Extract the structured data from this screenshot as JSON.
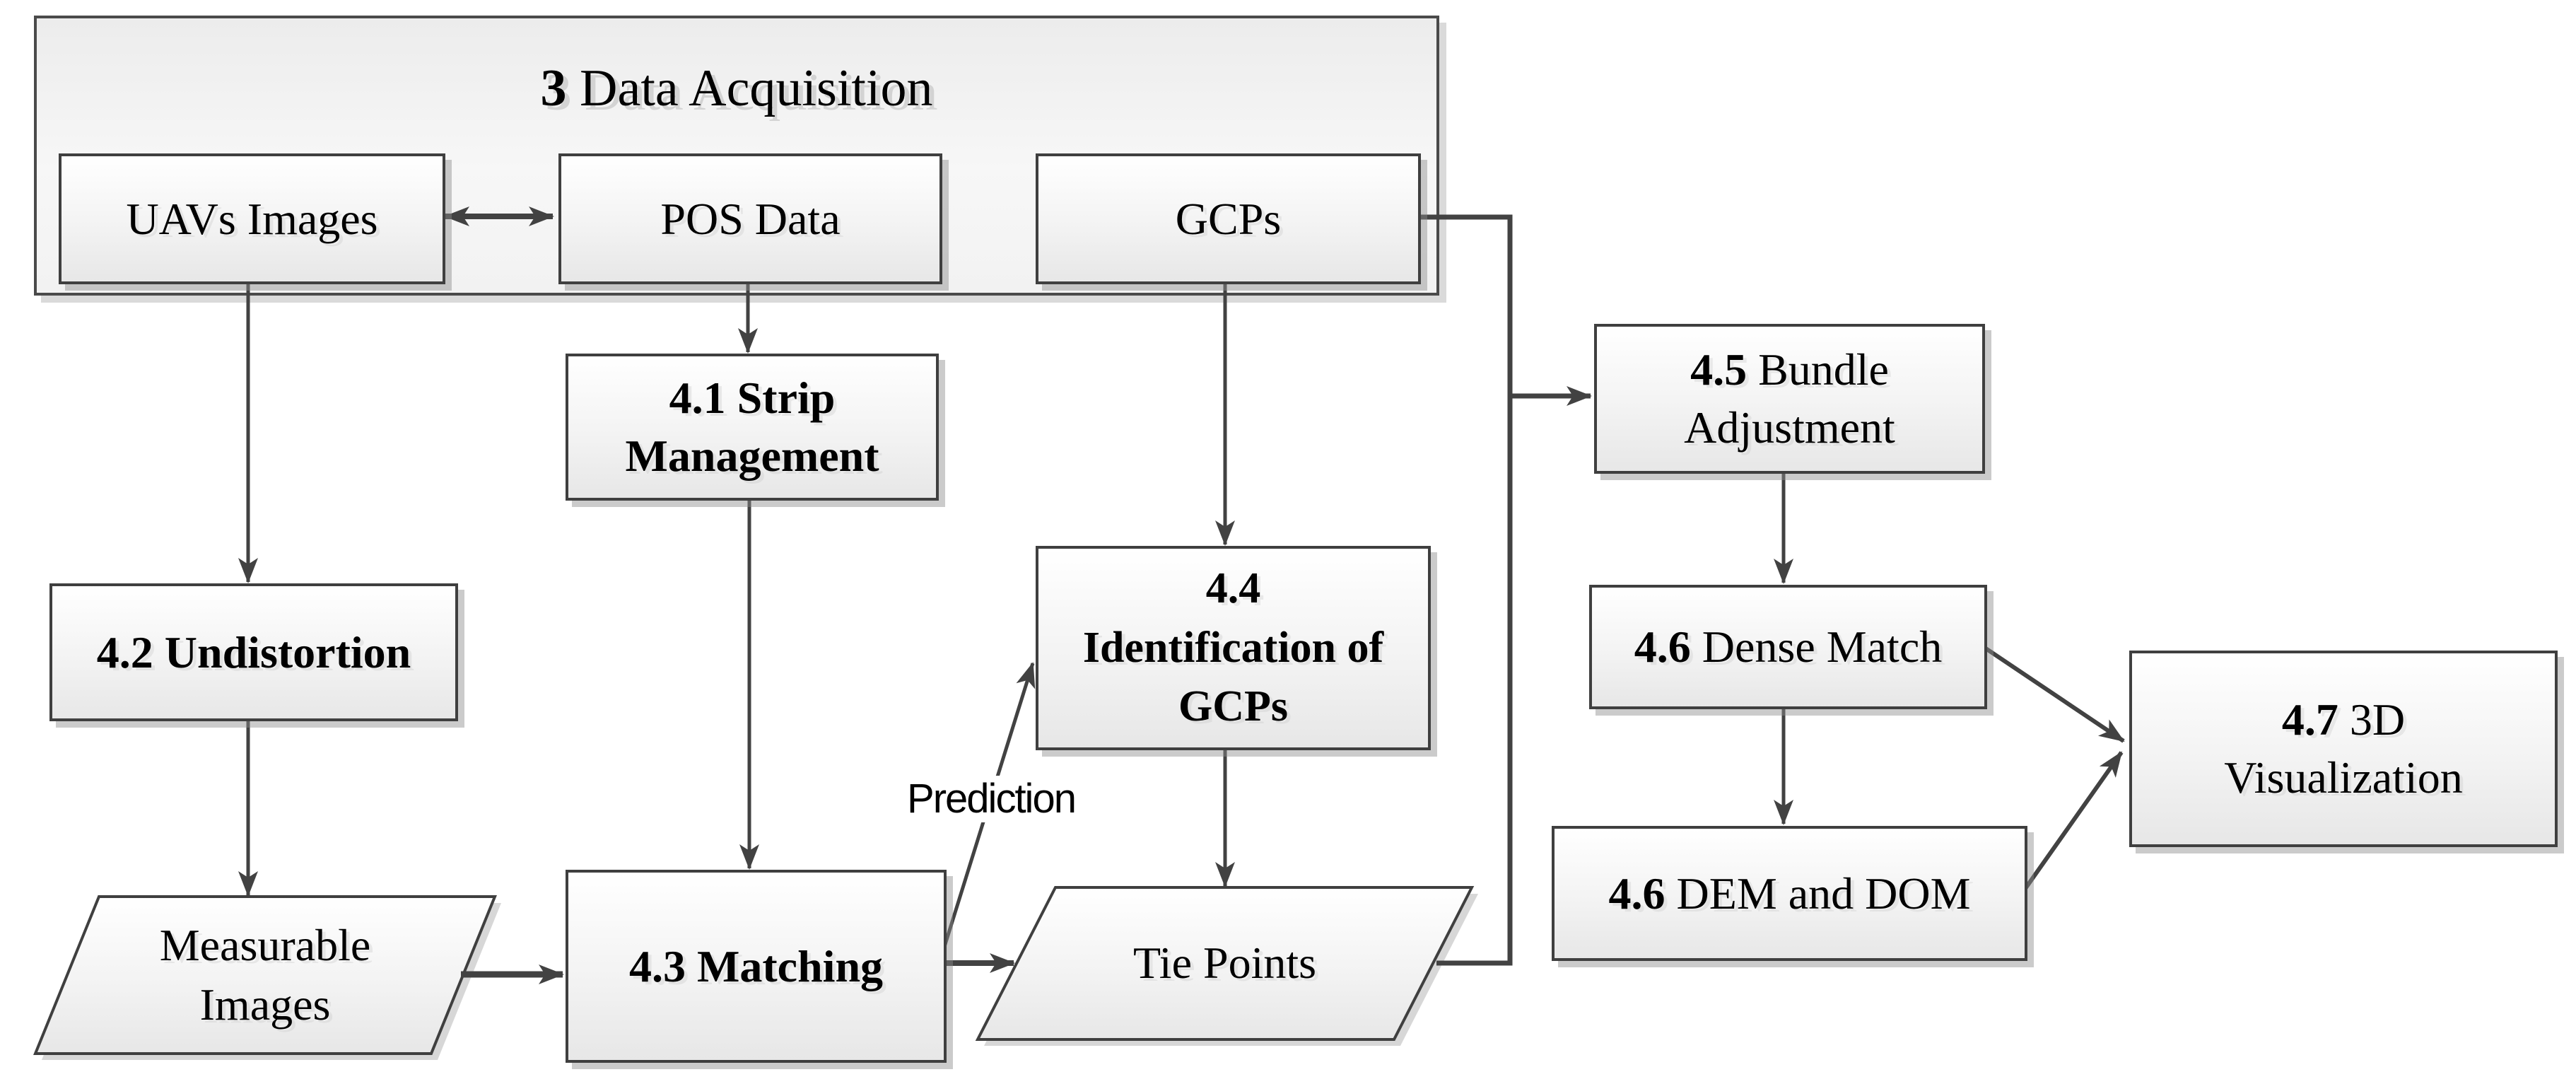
{
  "container": {
    "num": "3",
    "title": "Data Acquisition"
  },
  "nodes": {
    "uavs_images": "UAVs Images",
    "pos_data": "POS Data",
    "gcps": "GCPs",
    "strip_management": {
      "line1": "4.1 Strip",
      "line2": "Management"
    },
    "undistortion": "4.2 Undistortion",
    "measurable_images": {
      "line1": "Measurable",
      "line2": "Images"
    },
    "matching": "4.3 Matching",
    "identification": {
      "line1": "4.4",
      "line2": "Identification of",
      "line3": "GCPs"
    },
    "tie_points": "Tie Points",
    "bundle_adjustment": {
      "num": "4.5",
      "line1_rest": "Bundle",
      "line2": "Adjustment"
    },
    "dense_match": {
      "num": "4.6",
      "rest": "Dense Match"
    },
    "dem_dom": {
      "num": "4.6",
      "rest": "DEM and DOM"
    },
    "visualization_3d": {
      "num": "4.7",
      "rest1": "3D",
      "line2": "Visualization"
    }
  },
  "edge_labels": {
    "prediction": "Prediction"
  },
  "edges": [
    {
      "from": "UAVs Images",
      "to": "POS Data",
      "type": "bidirectional"
    },
    {
      "from": "POS Data",
      "to": "4.1 Strip Management"
    },
    {
      "from": "UAVs Images",
      "to": "4.2 Undistortion"
    },
    {
      "from": "GCPs",
      "to": "4.4 Identification of GCPs"
    },
    {
      "from": "4.2 Undistortion",
      "to": "Measurable Images"
    },
    {
      "from": "4.1 Strip Management",
      "to": "4.3 Matching"
    },
    {
      "from": "Measurable Images",
      "to": "4.3 Matching"
    },
    {
      "from": "4.3 Matching",
      "to": "4.4 Identification of GCPs",
      "label": "Prediction"
    },
    {
      "from": "4.3 Matching",
      "to": "Tie Points"
    },
    {
      "from": "4.4 Identification of GCPs",
      "to": "Tie Points"
    },
    {
      "from": "GCPs",
      "to": "4.5 Bundle Adjustment"
    },
    {
      "from": "Tie Points",
      "to": "4.5 Bundle Adjustment"
    },
    {
      "from": "4.5 Bundle Adjustment",
      "to": "4.6 Dense Match"
    },
    {
      "from": "4.6 Dense Match",
      "to": "4.6 DEM and DOM"
    },
    {
      "from": "4.6 Dense Match",
      "to": "4.7 3D Visualization"
    },
    {
      "from": "4.6 DEM and DOM",
      "to": "4.7 3D Visualization"
    }
  ],
  "colors": {
    "line": "#424242",
    "box_border": "#3f3f3f",
    "box_fill_top": "#ffffff",
    "box_fill_bottom": "#e7e7e7",
    "container_fill": "#ececec",
    "shadow": "rgba(140,140,140,0.45)"
  }
}
